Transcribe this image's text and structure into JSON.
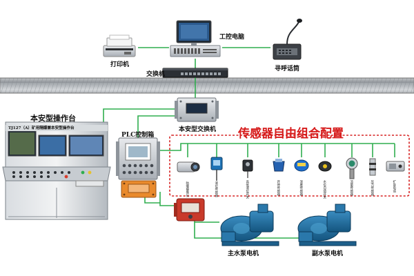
{
  "colors": {
    "link": "#2fae4e",
    "config_border": "#d62020",
    "title_red": "#d61a1a",
    "steel": "#c9cdd2",
    "panel_steel": "#b9bfc6",
    "pump_blue": "#1b6fa3",
    "red_box": "#c83a2a",
    "orange_plc": "#e98a2c"
  },
  "labels": {
    "industrial_pc": "工控电脑",
    "printer": "打印机",
    "switch": "交换机",
    "paging_phone": "寻呼话筒",
    "is_switch": "本安型交换机",
    "console_title": "本安型操作台",
    "console_header": "TJ127（A）矿用隔爆兼本安型操作台",
    "plc_box": "PLC控制箱",
    "config_title": "传感器自由组合配置",
    "main_pump": "主水泵电机",
    "aux_pump": "副水泵电机"
  },
  "sensors": [
    {
      "name": "camera",
      "label": "防爆摄像仪",
      "icon": "camera-icon"
    },
    {
      "name": "level",
      "label": "液位传感器",
      "icon": "level-sensor-icon"
    },
    {
      "name": "high-level",
      "label": "高低液位开关",
      "icon": "switch-sensor-icon"
    },
    {
      "name": "pressure",
      "label": "开停传感器",
      "icon": "clamp-sensor-icon"
    },
    {
      "name": "temperature",
      "label": "温度传感器",
      "icon": "temperature-sensor-icon"
    },
    {
      "name": "flow",
      "label": "水位自动开关",
      "icon": "flow-sensor-icon"
    },
    {
      "name": "pressure-2",
      "label": "流量传感器",
      "icon": "transmitter-icon"
    },
    {
      "name": "pressure-3",
      "label": "压力传感器",
      "icon": "pressure-gauge-icon"
    },
    {
      "name": "extension",
      "label": "扩音电话",
      "icon": "speaker-phone-icon"
    }
  ]
}
